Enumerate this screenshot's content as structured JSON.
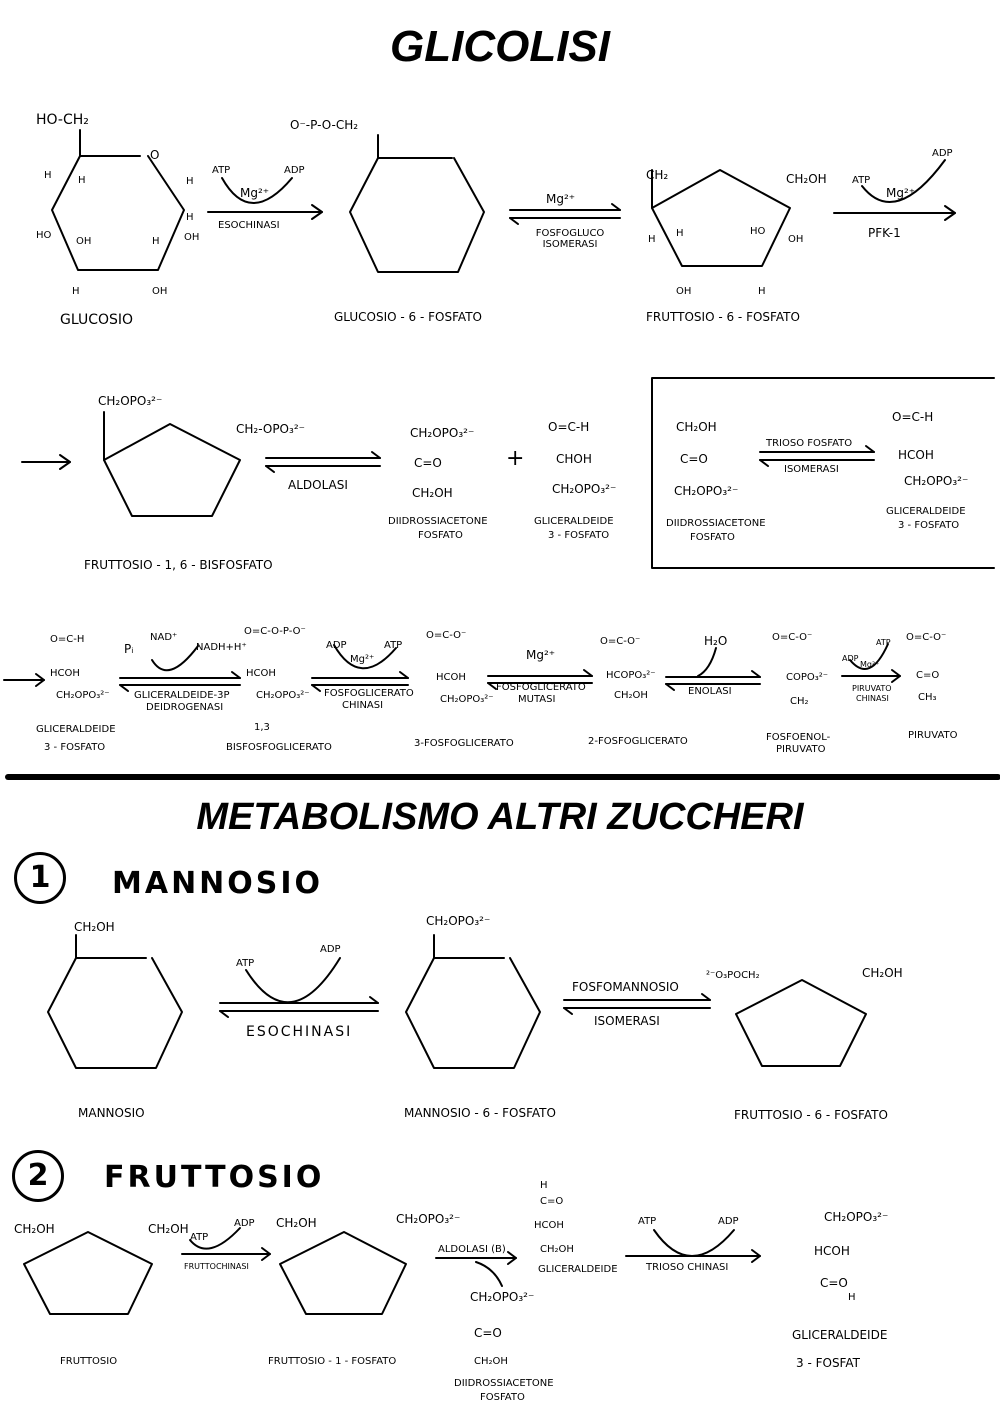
{
  "titles": {
    "glicolisi": "GLICOLISI",
    "metabolismo": "METABOLISMO ALTRI ZUCCHERI"
  },
  "row1": {
    "glucosio_groups": {
      "ho_ch2": "HO-CH₂",
      "h1": "H",
      "h2": "H",
      "h3": "H",
      "ho": "HO",
      "oh1": "OH",
      "h4": "H",
      "oh2": "OH",
      "h5": "H",
      "oh3": "OH",
      "h6": "H",
      "o": "O"
    },
    "glucosio": "GLUCOSIO",
    "e1_atp": "ATP",
    "e1_adp": "ADP",
    "e1_mg": "Mg²⁺",
    "e1_enzyme": "ESOCHINASI",
    "g6p_phosphate": "O⁻-P-O-CH₂",
    "g6p": "GLUCOSIO - 6 - FOSFATO",
    "e2_mg": "Mg²⁺",
    "e2_enzyme": "FOSFOGLUCO ISOMERASI",
    "f6p_ch2": "CH₂",
    "f6p_ch2oh": "CH₂OH",
    "f6p_ho": "HO",
    "f6p_oh": "OH",
    "f6p_oh2": "OH",
    "f6p_h1": "H",
    "f6p_h2": "H",
    "f6p_h3": "H",
    "f6p": "FRUTTOSIO - 6 - FOSFATO",
    "e3_atp": "ATP",
    "e3_adp": "ADP",
    "e3_mg": "Mg²⁺",
    "e3_enzyme": "PFK-1"
  },
  "row2": {
    "f16bp_left": "CH₂OPO₃²⁻",
    "f16bp_right": "CH₂-OPO₃²⁻",
    "f16bp": "FRUTTOSIO - 1, 6 - BISFOSFATO",
    "e4_enzyme": "ALDOLASI",
    "dhap_line1": "CH₂OPO₃²⁻",
    "dhap_line2": "C=O",
    "dhap_line3": "CH₂OH",
    "dhap_label1": "DIIDROSSIACETONE",
    "dhap_label2": "FOSFATO",
    "plus": "+",
    "gap_line1": "O=C-H",
    "gap_line2": "CHOH",
    "gap_line3": "CH₂OPO₃²⁻",
    "gap_label1": "GLICERALDEIDE",
    "gap_label2": "3 - FOSFATO",
    "box_dhap_line1": "CH₂OH",
    "box_dhap_line2": "C=O",
    "box_dhap_line3": "CH₂OPO₃²⁻",
    "box_dhap_label1": "DIIDROSSIACETONE",
    "box_dhap_label2": "FOSFATO",
    "box_enzyme1": "TRIOSO FOSFATO",
    "box_enzyme2": "ISOMERASI",
    "box_gap_line1": "O=C-H",
    "box_gap_line2": "HCOH",
    "box_gap_line3": "CH₂OPO₃²⁻",
    "box_gap_label1": "GLICERALDEIDE",
    "box_gap_label2": "3 - FOSFATO"
  },
  "row3": {
    "gap_a": "O=C-H",
    "gap_b": "HCOH",
    "gap_c": "CH₂OPO₃²⁻",
    "gap_label1": "GLICERALDEIDE",
    "gap_label2": "3 - FOSFATO",
    "e5_pi": "Pᵢ",
    "e5_nad": "NAD⁺",
    "e5_nadh": "NADH+H⁺",
    "e5_enzyme1": "GLICERALDEIDE-3P",
    "e5_enzyme2": "DEIDROGENASI",
    "bpg_a": "O=C-O-P-O⁻",
    "bpg_b": "HCOH",
    "bpg_c": "CH₂OPO₃²⁻",
    "bpg_label1": "1,3",
    "bpg_label2": "BISFOSFOGLICERATO",
    "e6_adp": "ADP",
    "e6_atp": "ATP",
    "e6_mg": "Mg²⁺",
    "e6_enzyme1": "FOSFOGLICERATO",
    "e6_enzyme2": "CHINASI",
    "pg3_a": "O=C-O⁻",
    "pg3_b": "HCOH",
    "pg3_c": "CH₂OPO₃²⁻",
    "pg3_label": "3-FOSFOGLICERATO",
    "e7_mg": "Mg²⁺",
    "e7_enzyme1": "FOSFOGLICERATO",
    "e7_enzyme2": "MUTASI",
    "pg2_a": "O=C-O⁻",
    "pg2_b": "HCOPO₃²⁻",
    "pg2_c": "CH₂OH",
    "pg2_label": "2-FOSFOGLICERATO",
    "e8_h2o": "H₂O",
    "e8_enzyme": "ENOLASI",
    "pep_a": "O=C-O⁻",
    "pep_b": "COPO₃²⁻",
    "pep_c": "CH₂",
    "pep_label1": "FOSFOENOL-",
    "pep_label2": "PIRUVATO",
    "e9_adp": "ADP",
    "e9_atp": "ATP",
    "e9_mg": "Mg²⁺",
    "e9_enzyme1": "PIRUVATO",
    "e9_enzyme2": "CHINASI",
    "pyr_a": "O=C-O⁻",
    "pyr_b": "C=O",
    "pyr_c": "CH₃",
    "pyr_label": "PIRUVATO"
  },
  "mannosio": {
    "num": "1",
    "heading": "MANNOSIO",
    "man_ch2oh": "CH₂OH",
    "man_label": "MANNOSIO",
    "atp": "ATP",
    "adp": "ADP",
    "enzyme": "ESOCHINASI",
    "m6p_top": "CH₂OPO₃²⁻",
    "m6p_label": "MANNOSIO - 6 - FOSFATO",
    "enzyme2_a": "FOSFOMANNOSIO",
    "enzyme2_b": "ISOMERASI",
    "f6p_left": "²⁻O₃POCH₂",
    "f6p_right": "CH₂OH",
    "f6p_label": "FRUTTOSIO - 6 - FOSFATO"
  },
  "fruttosio": {
    "num": "2",
    "heading": "FRUTTOSIO",
    "fru_left": "CH₂OH",
    "fru_right": "CH₂OH",
    "fru_label": "FRUTTOSIO",
    "atp": "ATP",
    "adp": "ADP",
    "enzyme": "FRUTTOCHINASI",
    "f1p_left": "CH₂OH",
    "f1p_right": "CH₂OPO₃²⁻",
    "f1p_label": "FRUTTOSIO - 1 - FOSFATO",
    "aldolasi": "ALDOLASI (B)",
    "gal_a": "H",
    "gal_b": "C=O",
    "gal_c": "HCOH",
    "gal_d": "CH₂OH",
    "gal_label": "GLICERALDEIDE",
    "dhap_a": "CH₂OPO₃²⁻",
    "dhap_b": "C=O",
    "dhap_c": "CH₂OH",
    "dhap_label1": "DIIDROSSIACETONE",
    "dhap_label2": "FOSFATO",
    "tc_atp": "ATP",
    "tc_adp": "ADP",
    "tc_enzyme": "TRIOSO CHINASI",
    "g3p_a": "CH₂OPO₃²⁻",
    "g3p_b": "HCOH",
    "g3p_c": "C=O",
    "g3p_d": "H",
    "g3p_label1": "GLICERALDEIDE",
    "g3p_label2": "3 - FOSFAT"
  }
}
